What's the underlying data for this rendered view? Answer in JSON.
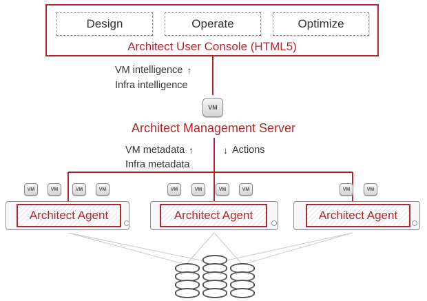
{
  "console": {
    "tabs": [
      "Design",
      "Operate",
      "Optimize"
    ],
    "title": "Architect User Console (HTML5)"
  },
  "upper_link": {
    "line1": "VM intelligence",
    "line2": "Infra intelligence",
    "arrow": "↑"
  },
  "server": {
    "icon_label": "VM",
    "title": "Architect Management Server"
  },
  "lower_link": {
    "line1": "VM metadata",
    "line2": "Infra metadata",
    "up_arrow": "↑",
    "down_arrow": "↓",
    "actions": "Actions"
  },
  "vm_label": "VM",
  "agents": [
    {
      "label": "Architect Agent",
      "vm_count": 4
    },
    {
      "label": "Architect Agent",
      "vm_count": 4
    },
    {
      "label": "Architect Agent",
      "vm_count": 2
    }
  ],
  "colors": {
    "accent": "#b3262b",
    "text": "#333333",
    "line": "#c0c0c0"
  }
}
